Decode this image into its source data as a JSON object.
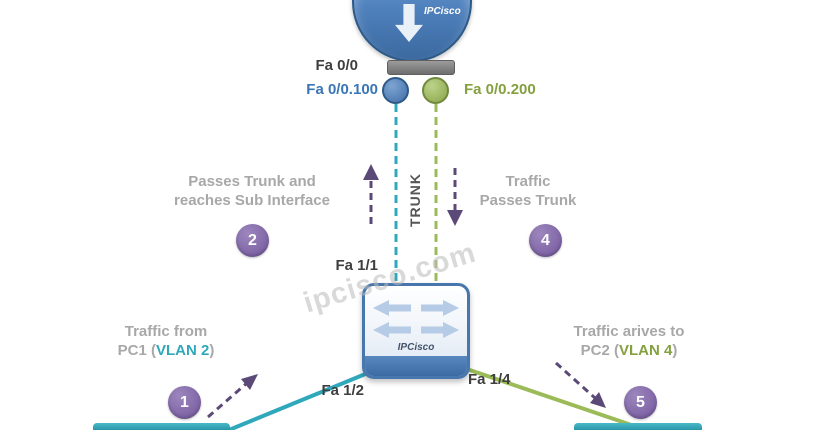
{
  "colors": {
    "router_blue": "#4f81bd",
    "trunk_teal": "#2fa8bb",
    "vlan_green": "#9bbb59",
    "badge_purple": "#8064a2",
    "arrow_purple": "#5b4a78",
    "step_text_gray": "#a8a8a8",
    "port_text_dark": "#3f3f3f",
    "subif_left_text": "#3a76b5",
    "subif_right_text": "#84a03f"
  },
  "router": {
    "brand": "IPCisco",
    "port": "Fa 0/0",
    "subif_left": "Fa 0/0.100",
    "subif_right": "Fa 0/0.200"
  },
  "trunk": {
    "label": "TRUNK",
    "switch_port": "Fa 1/1"
  },
  "switch": {
    "brand": "IPCisco",
    "left_port": "Fa 1/2",
    "right_port": "Fa 1/4"
  },
  "watermark": "ipcisco.com",
  "steps": {
    "s1": {
      "number": "1",
      "line1": "Traffic from",
      "line2_prefix": "PC1 (",
      "vlan": "VLAN 2",
      "line2_suffix": ")"
    },
    "s2": {
      "number": "2",
      "line1": "Passes Trunk and",
      "line2": "reaches Sub Interface"
    },
    "s4": {
      "number": "4",
      "line1": "Traffic",
      "line2": "Passes Trunk"
    },
    "s5": {
      "number": "5",
      "line1": "Traffic arives to",
      "line2_prefix": "PC2 (",
      "vlan": "VLAN 4",
      "line2_suffix": ")"
    }
  }
}
